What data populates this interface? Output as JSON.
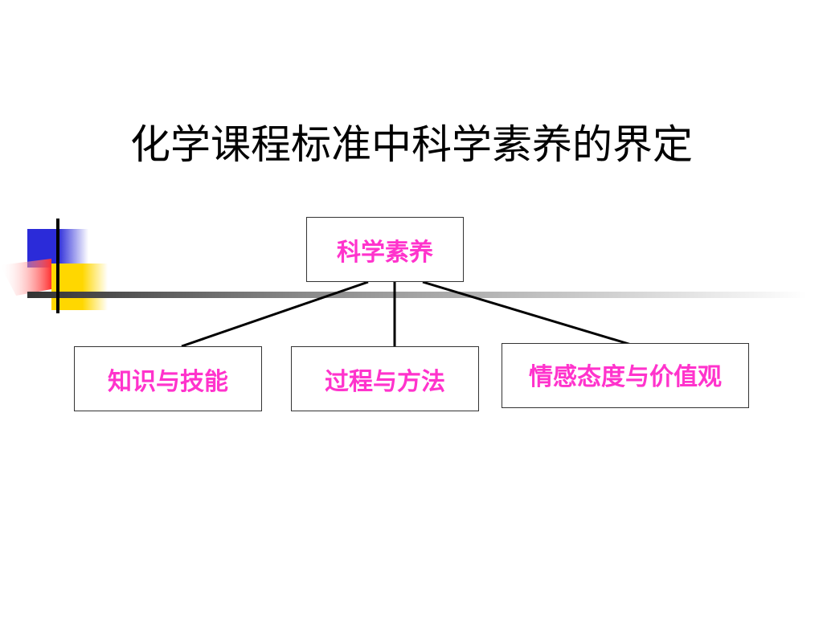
{
  "slide": {
    "title": "化学课程标准中科学素养的界定"
  },
  "diagram": {
    "root": "科学素养",
    "children": [
      "知识与技能",
      "过程与方法",
      "情感态度与价值观"
    ]
  },
  "colors": {
    "label": "#ff33cc",
    "line": "#000000",
    "deco_blue": "#2b2bd9",
    "deco_yellow": "#ffd700",
    "deco_red": "#ff3333"
  }
}
